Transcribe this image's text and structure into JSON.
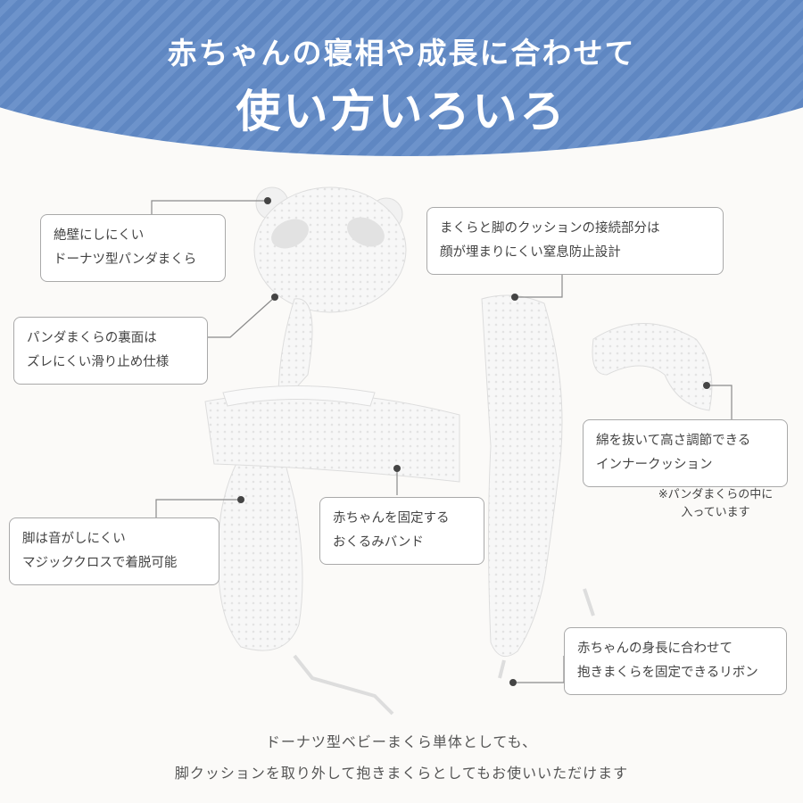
{
  "header": {
    "line1": "赤ちゃんの寝相や成長に合わせて",
    "line2": "使い方いろいろ"
  },
  "callouts": [
    {
      "id": "donut-pillow",
      "lines": [
        "絶壁にしにくい",
        "ドーナツ型パンダまくら"
      ]
    },
    {
      "id": "pillow-back",
      "lines": [
        "パンダまくらの裏面は",
        "ズレにくい滑り止め仕様"
      ]
    },
    {
      "id": "leg-velcro",
      "lines": [
        "脚は音がしにくい",
        "マジッククロスで着脱可能"
      ]
    },
    {
      "id": "swaddle-band",
      "lines": [
        "赤ちゃんを固定する",
        "おくるみバンド"
      ]
    },
    {
      "id": "connection",
      "lines": [
        "まくらと脚のクッションの接続部分は",
        "顔が埋まりにくい窒息防止設計"
      ]
    },
    {
      "id": "inner-cushion",
      "lines": [
        "綿を抜いて高さ調節できる",
        "インナークッション"
      ]
    },
    {
      "id": "ribbon",
      "lines": [
        "赤ちゃんの身長に合わせて",
        "抱きまくらを固定できるリボン"
      ]
    }
  ],
  "inner_note": [
    "※パンダまくらの中に",
    "入っています"
  ],
  "footer": {
    "line1": "ドーナツ型ベビーまくら単体としても、",
    "line2": "脚クッションを取り外して抱きまくらとしてもお使いいただけます"
  },
  "colors": {
    "header_blue": "#6a90c8",
    "text": "#444444",
    "border": "#a9a9a9"
  }
}
